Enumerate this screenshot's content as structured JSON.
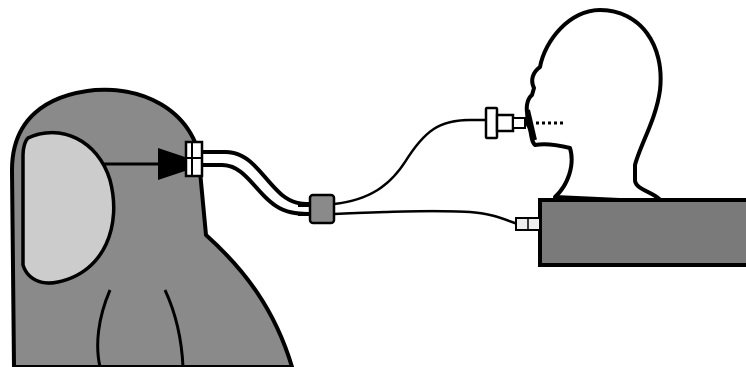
{
  "diagram": {
    "type": "schematic-illustration",
    "components": [
      "hooded-suit-wearer",
      "suit-port-connector",
      "tube-junction",
      "mouthpiece",
      "manikin-head",
      "manikin-base-box",
      "box-port"
    ],
    "colors": {
      "stroke": "#000000",
      "suit_fill": "#8a8a8a",
      "visor_fill": "#cccccc",
      "head_fill": "#ffffff",
      "box_fill": "#7a7a7a",
      "connector_fill": "#ffffff",
      "junction_fill": "#8a8a8a",
      "box_port_fill": "#eeeeee"
    }
  }
}
